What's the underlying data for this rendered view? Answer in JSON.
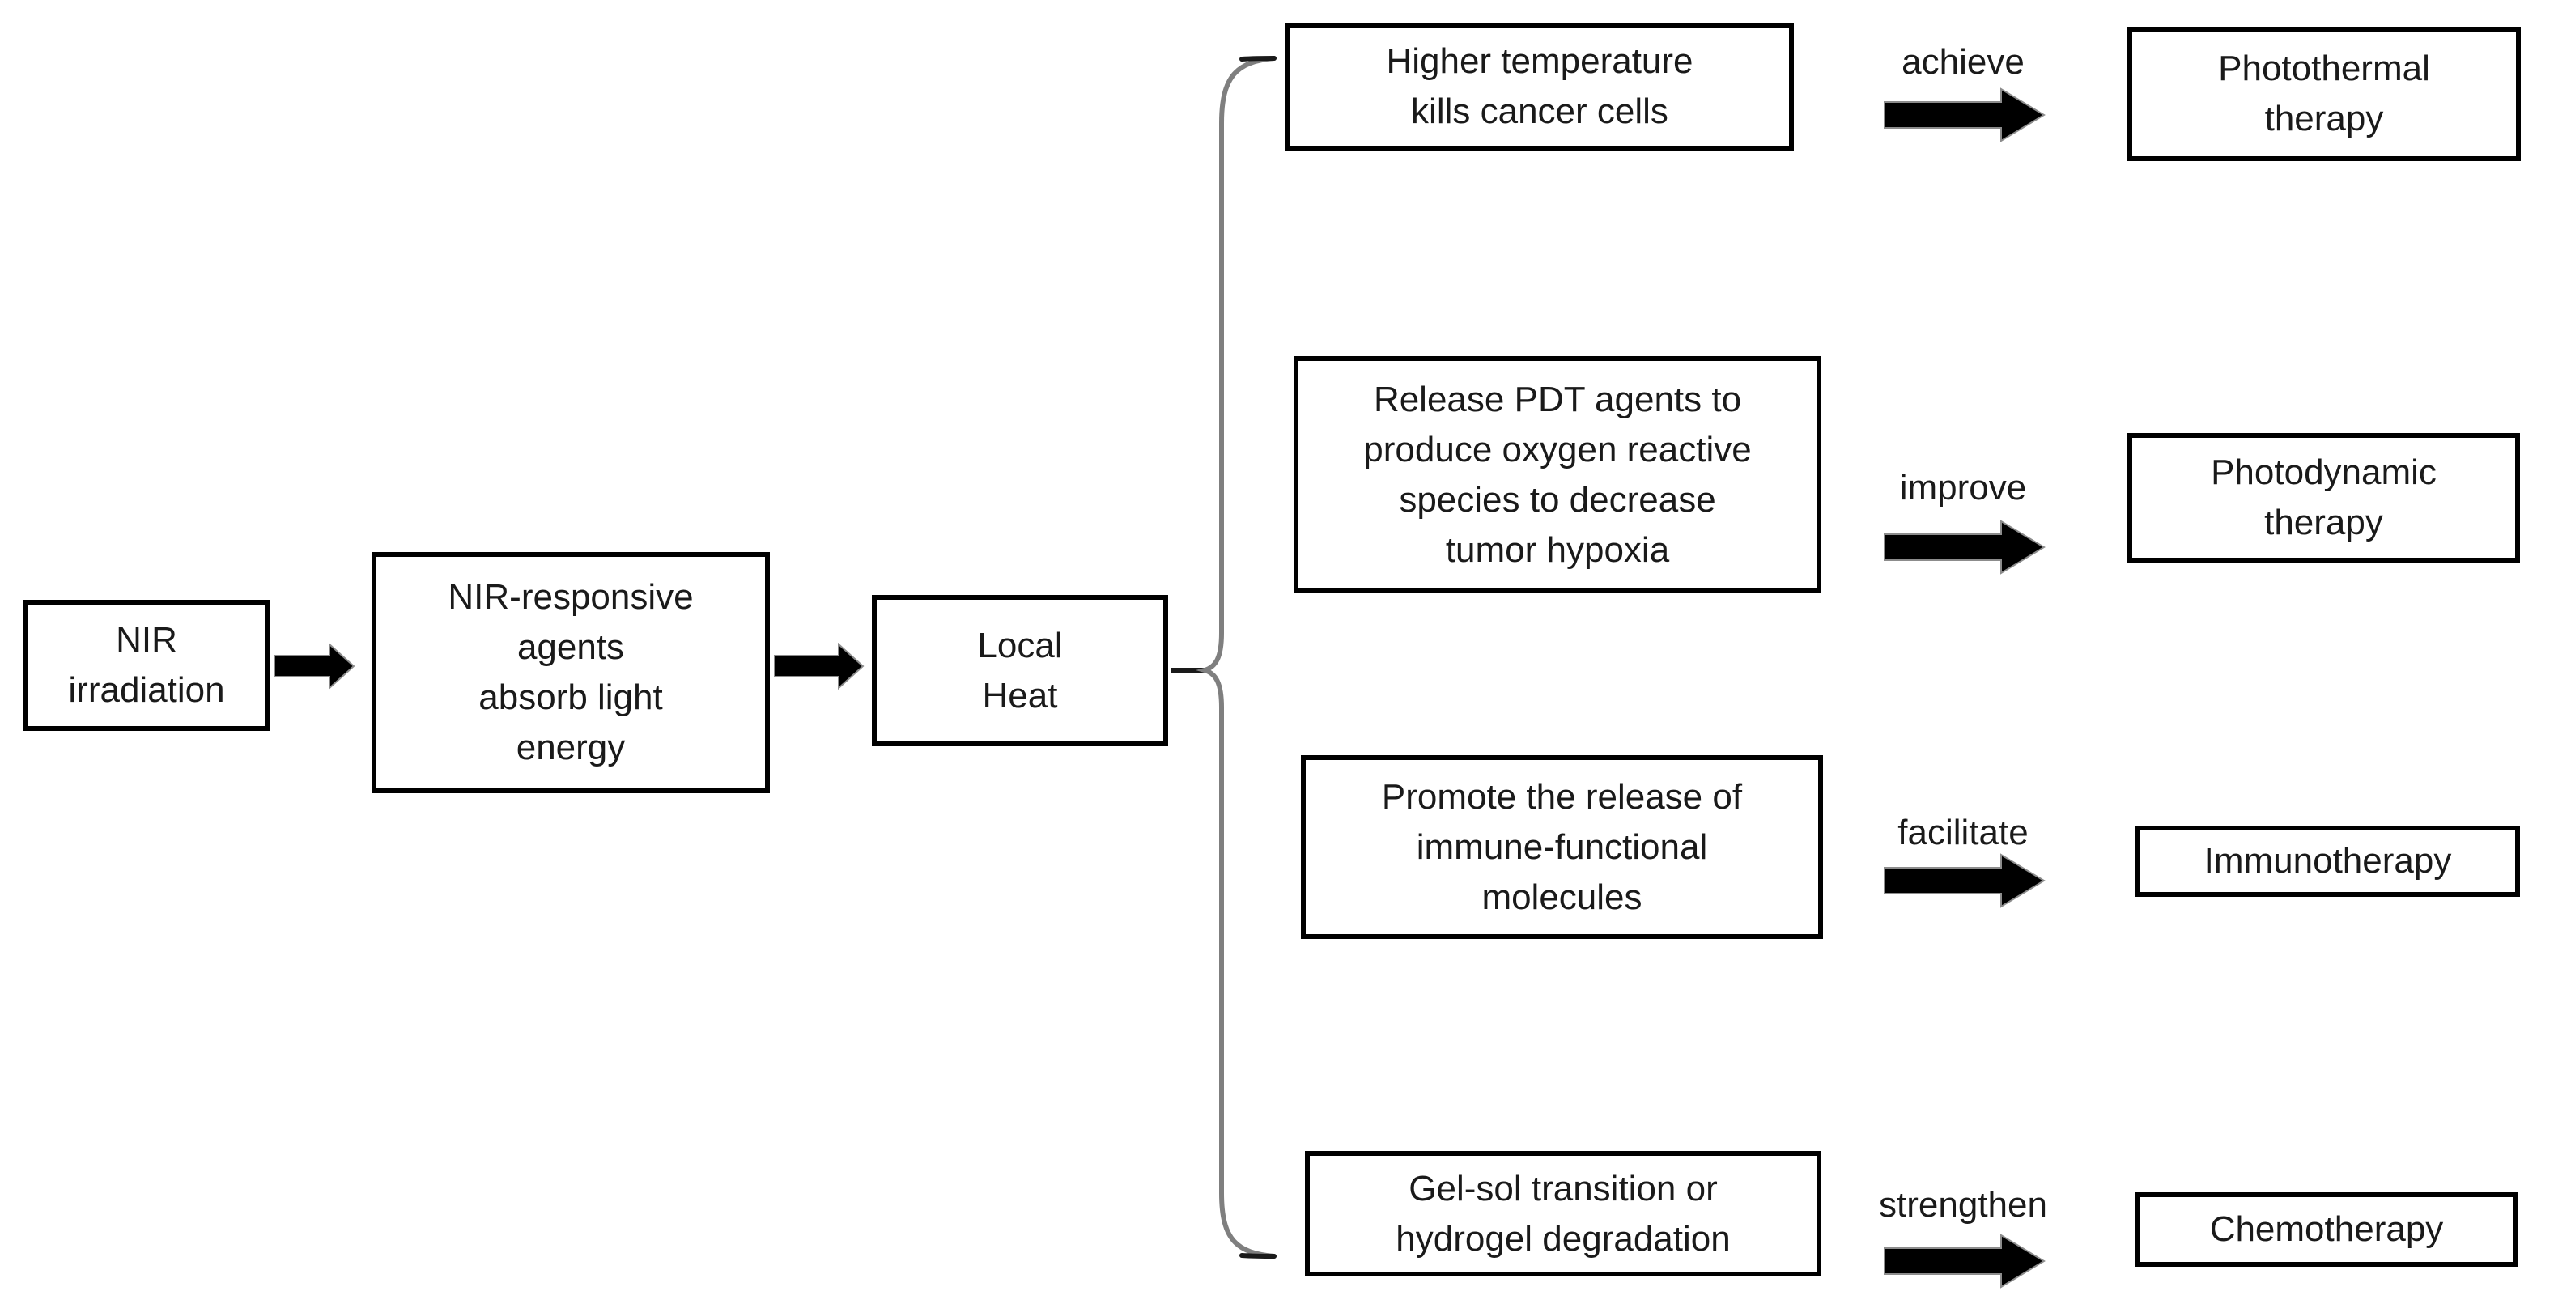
{
  "diagram": {
    "chain": {
      "nir": "NIR\nirradiation",
      "agents": "NIR-responsive\nagents\nabsorb light\nenergy",
      "local_heat": "Local\nHeat"
    },
    "branches": [
      {
        "mechanism": "Higher temperature\nkills cancer cells",
        "verb": "achieve",
        "therapy": "Photothermal\ntherapy"
      },
      {
        "mechanism": "Release PDT agents to\nproduce oxygen reactive\nspecies to decrease\ntumor hypoxia",
        "verb": "improve",
        "therapy": "Photodynamic\ntherapy"
      },
      {
        "mechanism": "Promote the release of\nimmune-functional\nmolecules",
        "verb": "facilitate",
        "therapy": "Immunotherapy"
      },
      {
        "mechanism": "Gel-sol transition or\nhydrogel degradation",
        "verb": "strengthen",
        "therapy": "Chemotherapy"
      }
    ],
    "colors": {
      "border": "#000000",
      "text": "#1a1a1a",
      "arrow": "#000000",
      "arrow_fringe": "#8c8c8c",
      "brace": "#7f7f7f",
      "background": "#ffffff"
    }
  }
}
